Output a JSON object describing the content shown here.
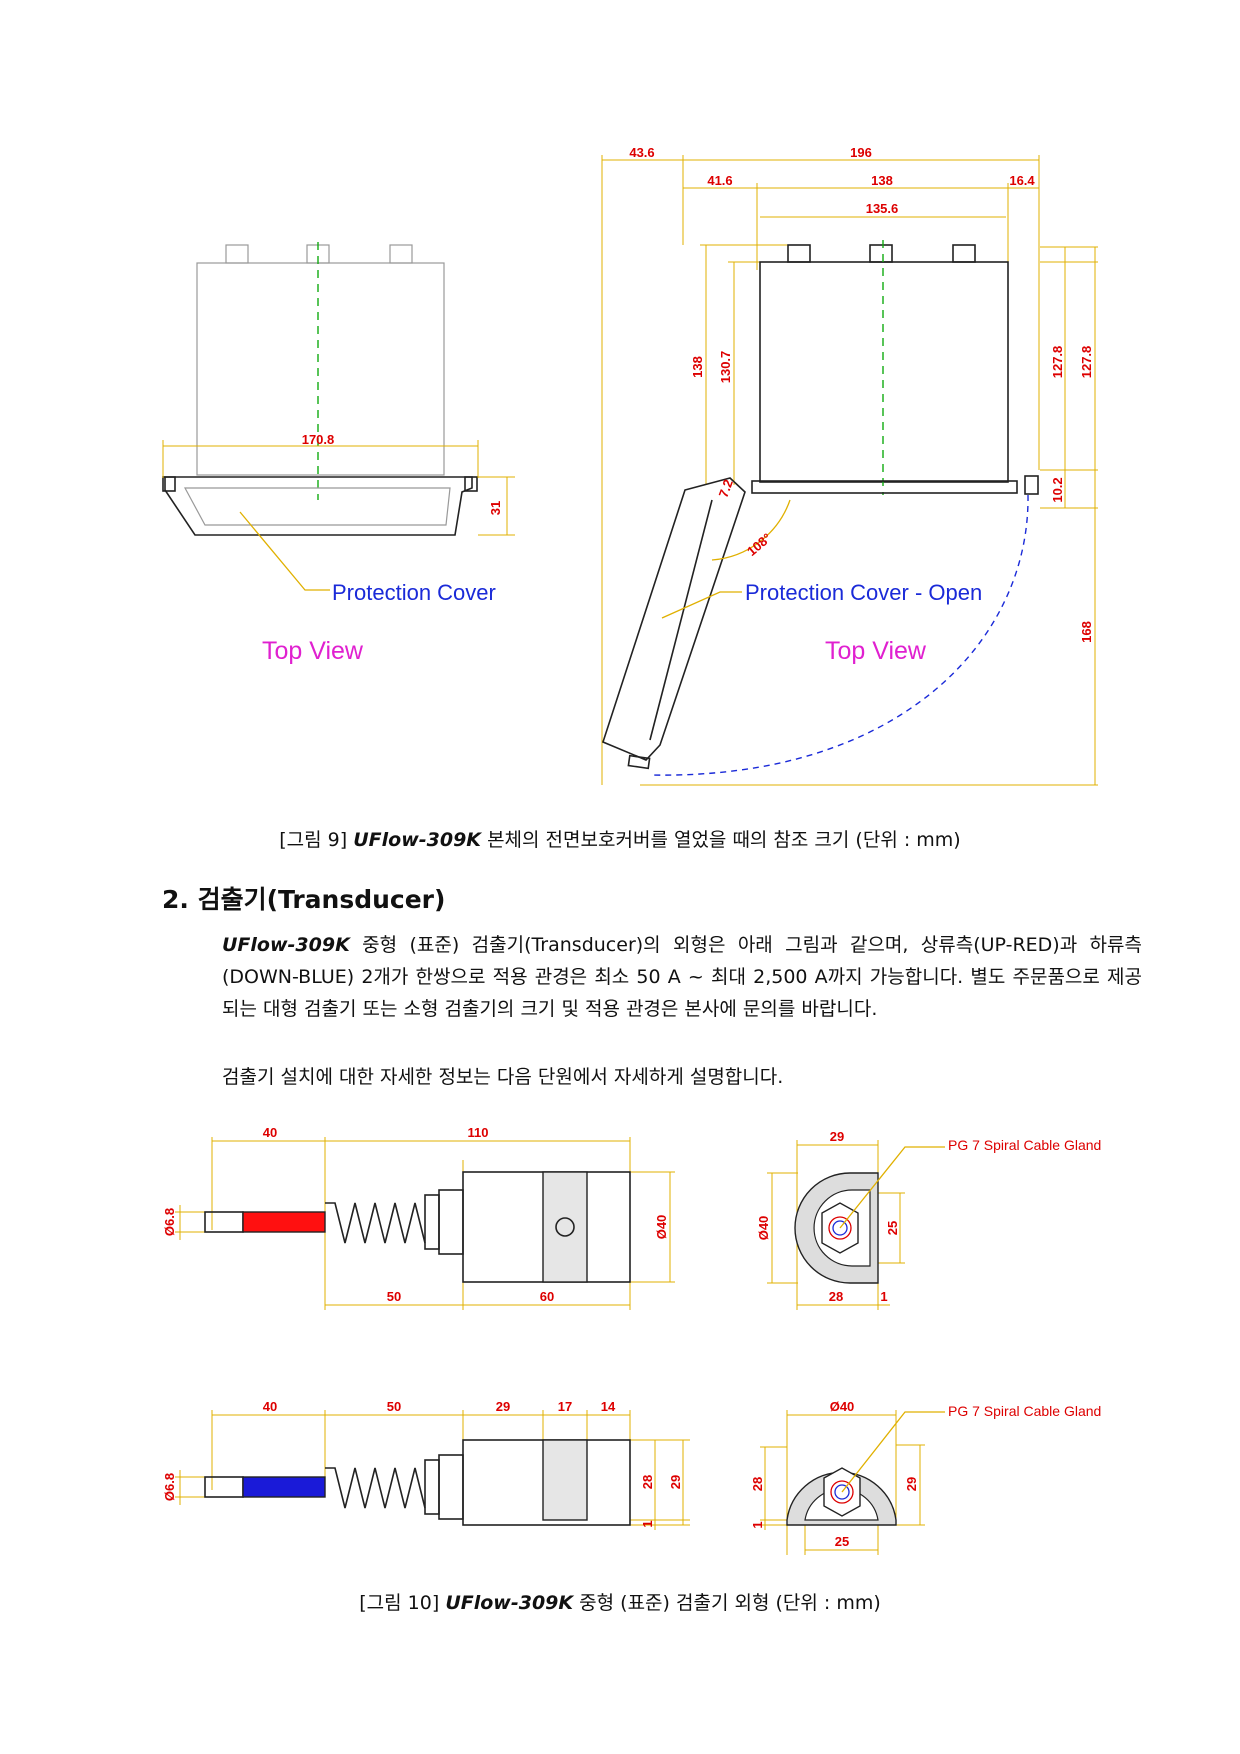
{
  "figure9": {
    "label_protection_cover": "Protection Cover",
    "label_protection_cover_open": "Protection Cover - Open",
    "label_top_view_left": "Top View",
    "label_top_view_right": "Top View",
    "dims": {
      "d170_8": "170.8",
      "d31": "31",
      "d43_6": "43.6",
      "d196": "196",
      "d41_6": "41.6",
      "d138_top": "138",
      "d16_4": "16.4",
      "d135_6": "135.6",
      "d138_side": "138",
      "d130_7": "130.7",
      "d127_8_a": "127.8",
      "d127_8_b": "127.8",
      "d10_2": "10.2",
      "d168": "168",
      "d108": "108°",
      "d7_2": "7.2"
    },
    "caption_prefix": "[그림 9]",
    "caption_model": "UFlow-309K",
    "caption_text": "본체의 전면보호커버를 열었을 때의 참조 크기 (단위 : mm)"
  },
  "section": {
    "title": "2. 검출기(Transducer)",
    "para1_model": "UFlow-309K",
    "para1_text": " 중형 (표준) 검출기(Transducer)의 외형은 아래 그림과 같으며, 상류측(UP-RED)과 하류측(DOWN-BLUE) 2개가 한쌍으로 적용 관경은 최소 50 A ~ 최대 2,500 A까지 가능합니다. 별도 주문품으로 제공되는 대형 검출기 또는 소형 검출기의 크기 및 적용 관경은 본사에 문의를 바랍니다.",
    "para2": "검출기 설치에 대한 자세한 정보는 다음 단원에서 자세하게 설명합니다."
  },
  "figure10": {
    "upper": {
      "d40": "40",
      "d110": "110",
      "d50": "50",
      "d60": "60",
      "d_phi6_8": "Ø6.8",
      "d_phi40": "Ø40",
      "d29": "29",
      "d_phi40_end": "Ø40",
      "d25": "25",
      "d28": "28",
      "d1": "1",
      "gland_label": "PG 7 Spiral Cable Gland"
    },
    "lower": {
      "d40": "40",
      "d50": "50",
      "d29": "29",
      "d17": "17",
      "d14": "14",
      "d_phi6_8": "Ø6.8",
      "d28": "28",
      "d29_b": "29",
      "d1": "1",
      "d_phi40": "Ø40",
      "d28_end": "28",
      "d29_end": "29",
      "d1_end": "1",
      "d25": "25",
      "gland_label": "PG 7 Spiral Cable Gland"
    },
    "caption_prefix": "[그림 10]",
    "caption_model": "UFlow-309K",
    "caption_text": "중형 (표준) 검출기 외형 (단위 : mm)"
  },
  "colors": {
    "dimension": "#d00000",
    "extension_line": "#e0b000",
    "label_blue": "#1a2ad8",
    "label_magenta": "#e020d0",
    "red_cable": "#ff0000",
    "blue_cable": "#1a1ad8"
  }
}
